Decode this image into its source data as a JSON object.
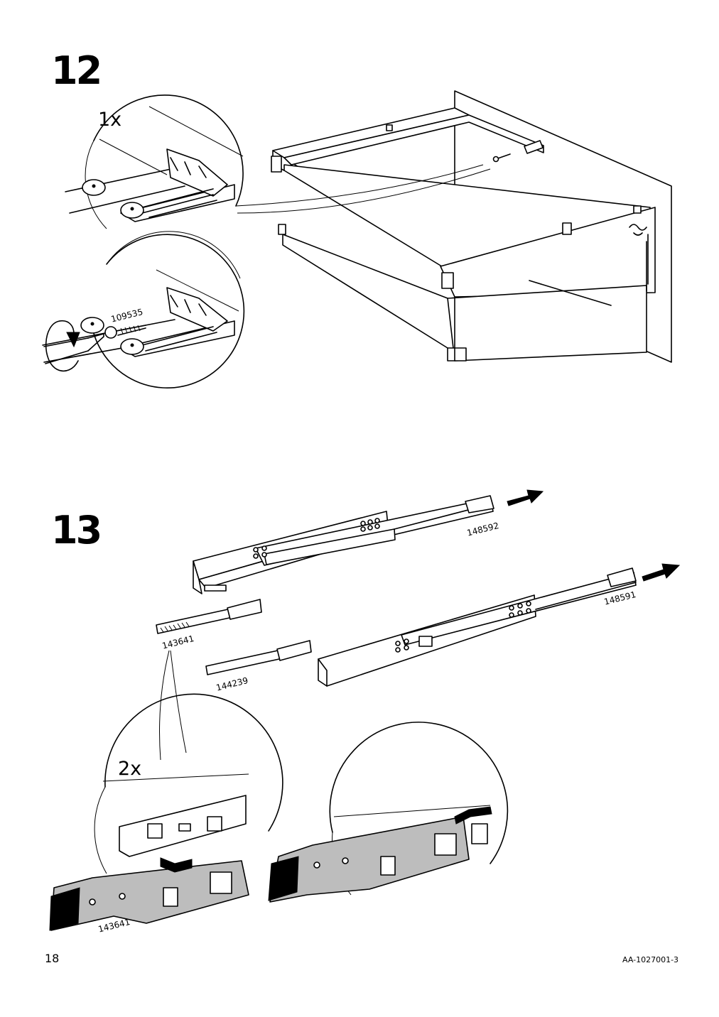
{
  "steps": [
    {
      "number": "12",
      "quantity": "1x",
      "parts": [
        "109535"
      ]
    },
    {
      "number": "13",
      "quantity": "2x",
      "parts": [
        "148592",
        "148591",
        "143641",
        "144239",
        "143641"
      ]
    }
  ],
  "footer": {
    "page_number": "18",
    "doc_code": "AA-1027001-3"
  },
  "icons": [
    "screwdriver-icon",
    "rotate-arrow-icon",
    "push-arrow-icon",
    "screw-icon"
  ]
}
